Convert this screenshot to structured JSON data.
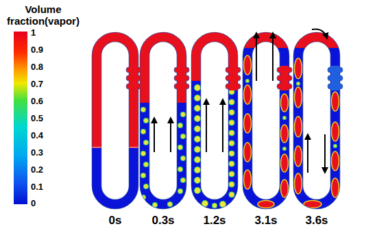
{
  "diagram": {
    "labels": [
      "Volume fraction(vapor)",
      "1",
      "0.9",
      "0.8",
      "0.7",
      "0.6",
      "0.5",
      "0.4",
      "0.3",
      "0.2",
      "0.1",
      "0",
      "0s",
      "0.3s",
      "1.2s",
      "3.1s",
      "3.6s"
    ]
  }
}
